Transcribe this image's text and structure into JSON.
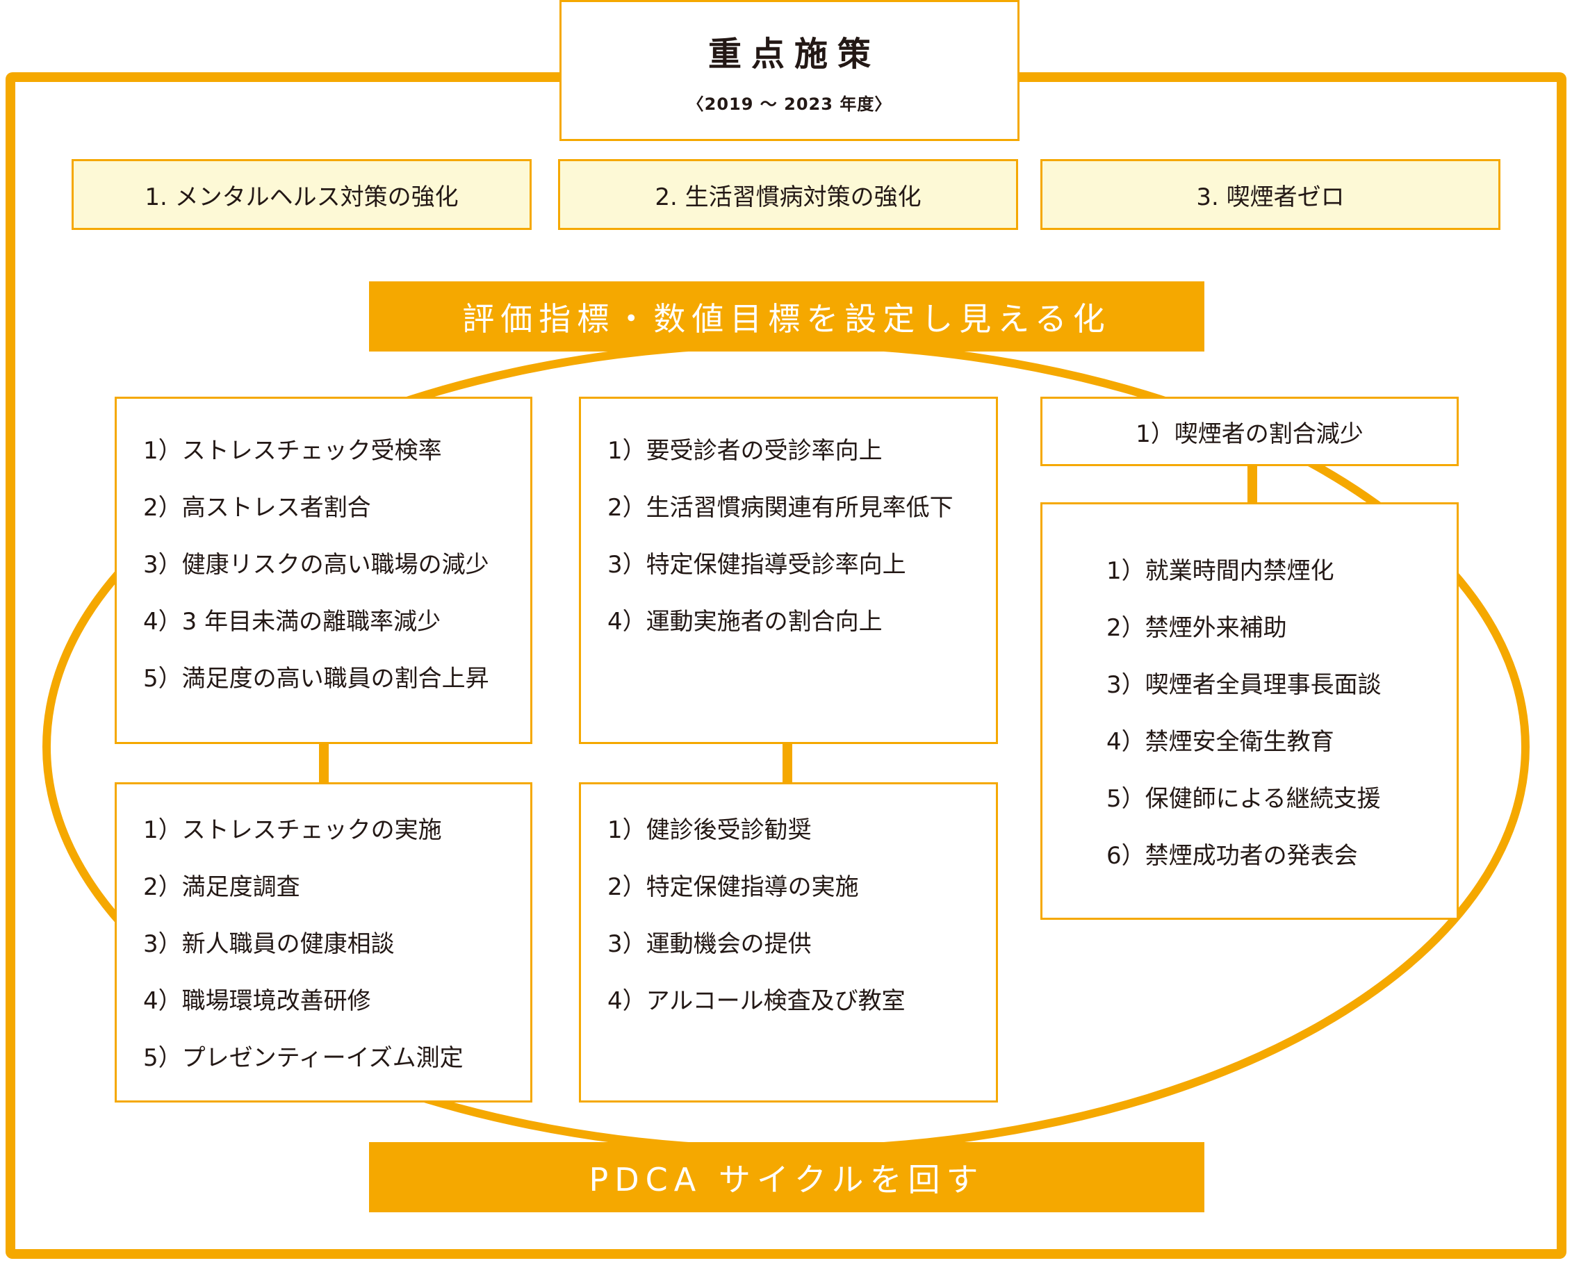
{
  "header": {
    "title": "重点施策",
    "period": "〈2019 ～ 2023 年度〉"
  },
  "policies": [
    "1. メンタルヘルス対策の強化",
    "2. 生活習慣病対策の強化",
    "3. 喫煙者ゼロ"
  ],
  "banners": {
    "top": "評価指標・数値目標を設定し見える化",
    "bottom": "PDCA サイクルを回す"
  },
  "mental": {
    "indicators": [
      "1）ストレスチェック受検率",
      "2）高ストレス者割合",
      "3）健康リスクの高い職場の減少",
      "4）3 年目未満の離職率減少",
      "5）満足度の高い職員の割合上昇"
    ],
    "measures": [
      "1）ストレスチェックの実施",
      "2）満足度調査",
      "3）新人職員の健康相談",
      "4）職場環境改善研修",
      "5）プレゼンティーイズム測定"
    ]
  },
  "lifestyle": {
    "indicators": [
      "1）要受診者の受診率向上",
      "2）生活習慣病関連有所見率低下",
      "3）特定保健指導受診率向上",
      "4）運動実施者の割合向上"
    ],
    "measures": [
      "1）健診後受診勧奨",
      "2）特定保健指導の実施",
      "3）運動機会の提供",
      "4）アルコール検査及び教室"
    ]
  },
  "smoking": {
    "indicator": "1）喫煙者の割合減少",
    "measures": [
      "1）就業時間内禁煙化",
      "2）禁煙外来補助",
      "3）喫煙者全員理事長面談",
      "4）禁煙安全衛生教育",
      "5）保健師による継続支援",
      "6）禁煙成功者の発表会"
    ]
  },
  "colors": {
    "accent": "#f5a800",
    "policy_fill": "#fdf9d6",
    "text": "#231815"
  }
}
